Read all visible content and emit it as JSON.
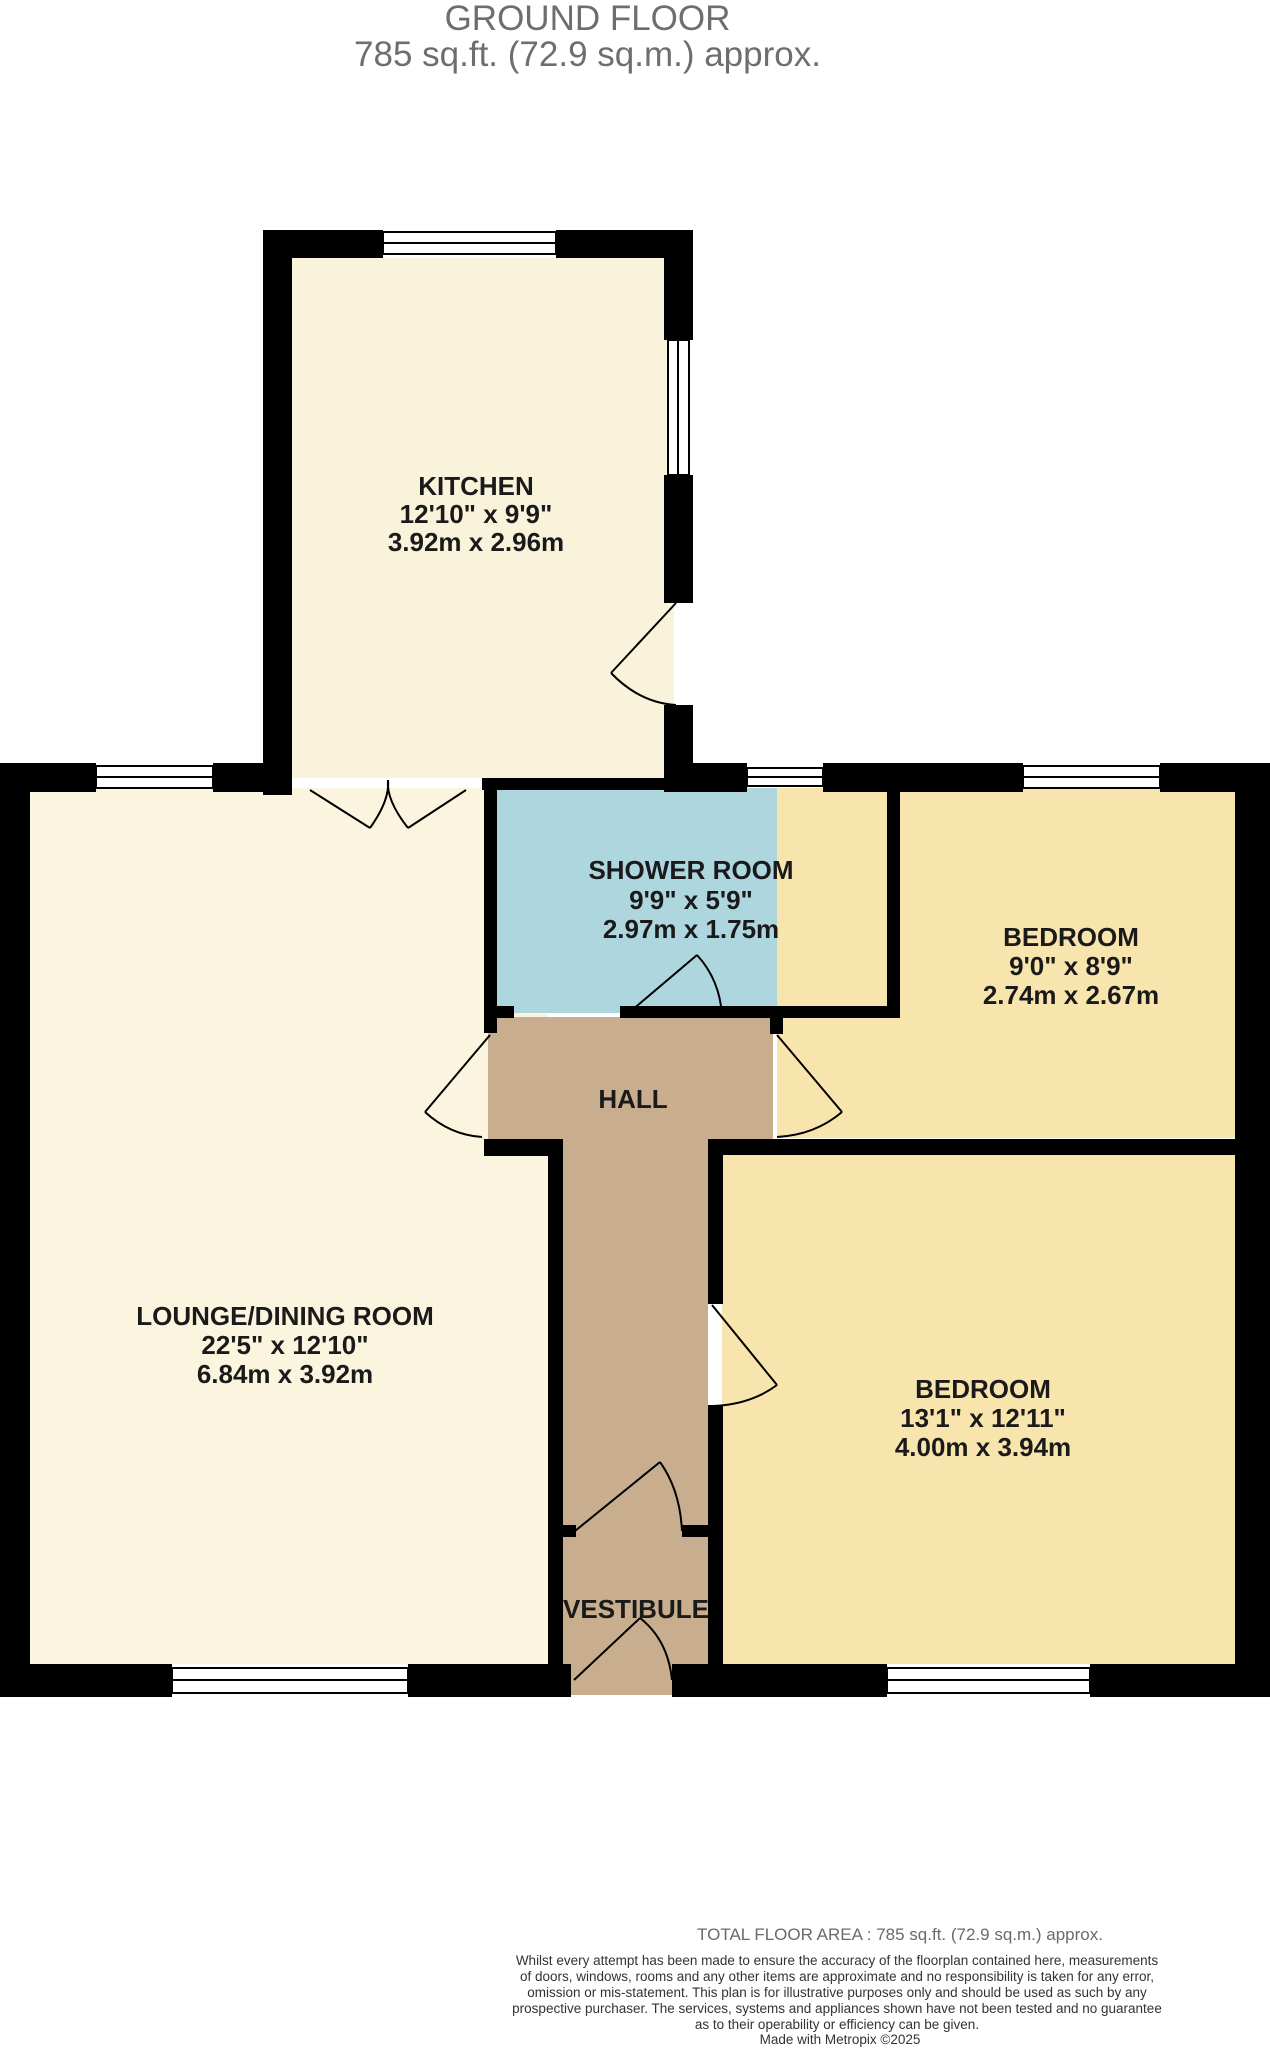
{
  "header": {
    "floor": "GROUND FLOOR",
    "area": "785 sq.ft. (72.9 sq.m.) approx."
  },
  "rooms": {
    "kitchen": {
      "name": "KITCHEN",
      "imperial": "12'10\"  x 9'9\"",
      "metric": "3.92m  x 2.96m"
    },
    "shower": {
      "name": "SHOWER ROOM",
      "imperial": "9'9\"  x 5'9\"",
      "metric": "2.97m  x 1.75m"
    },
    "bedroom1": {
      "name": "BEDROOM",
      "imperial": "9'0\"  x 8'9\"",
      "metric": "2.74m  x 2.67m"
    },
    "hall": {
      "name": "HALL"
    },
    "lounge": {
      "name": "LOUNGE/DINING ROOM",
      "imperial": "22'5\"  x 12'10\"",
      "metric": "6.84m  x 3.92m"
    },
    "bedroom2": {
      "name": "BEDROOM",
      "imperial": "13'1\"  x 12'11\"",
      "metric": "4.00m  x 3.94m"
    },
    "vestibule": {
      "name": "VESTIBULE"
    }
  },
  "colors": {
    "wall": "#000000",
    "kitchen": "#faf3dc",
    "lounge": "#fbf5e0",
    "shower": "#aed6df",
    "bedroom": "#f8e4ad",
    "hall": "#c8ae8f",
    "window": "#ffffff"
  },
  "footer": {
    "total": "TOTAL FLOOR AREA : 785 sq.ft. (72.9 sq.m.) approx.",
    "disclaimer_lines": [
      "Whilst every attempt has been made to ensure the accuracy of the floorplan contained here, measurements",
      "of doors, windows, rooms and any other items are approximate and no responsibility is taken for any error,",
      "omission or mis-statement. This plan is for illustrative purposes only and should be used as such by any",
      "prospective purchaser. The services, systems and appliances shown have not been tested and no guarantee",
      "as to their operability or efficiency can be given."
    ],
    "made_with": "Made with Metropix ©2025"
  }
}
